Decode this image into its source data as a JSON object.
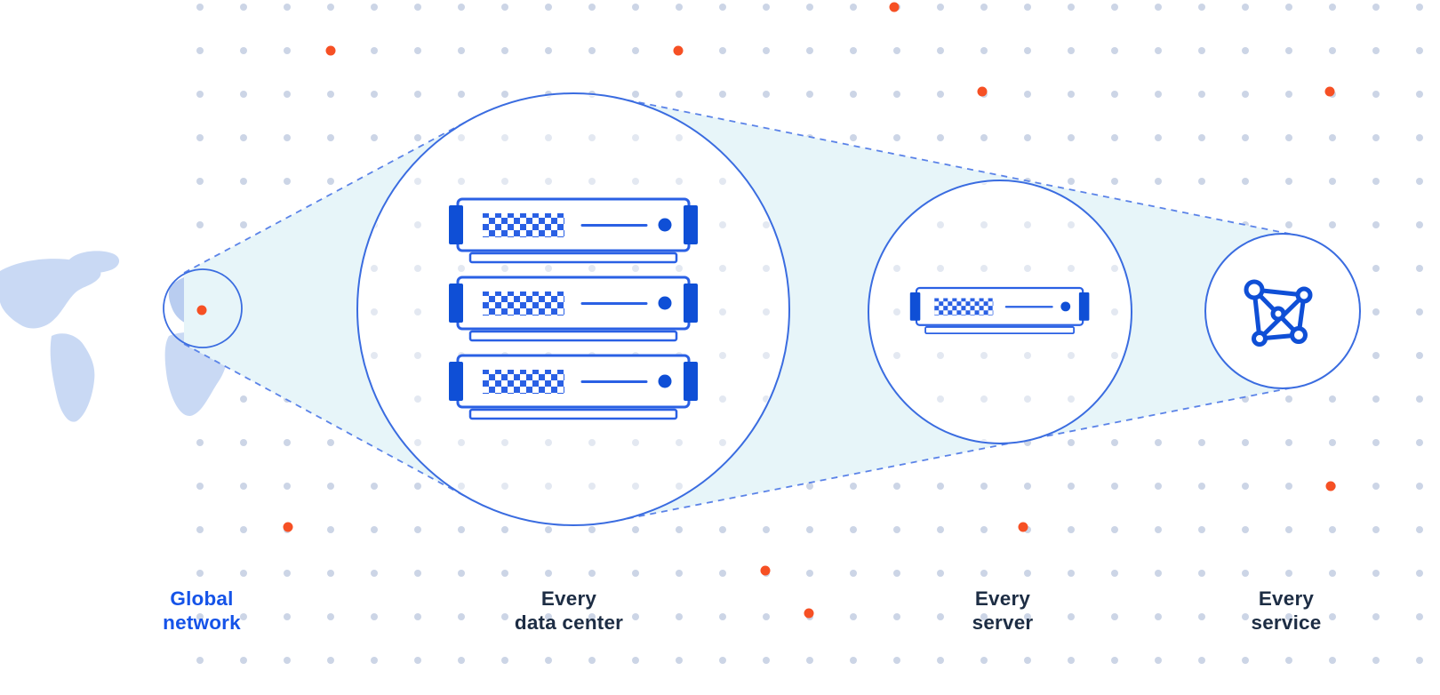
{
  "diagram": {
    "description": "Zoom-out diagram from global network map to data center, server and service",
    "stages": [
      {
        "id": "global-network",
        "line1": "Global",
        "line2": "network",
        "icon": "world-map-highlight-circle",
        "accent": true
      },
      {
        "id": "every-data-center",
        "line1": "Every",
        "line2": "data center",
        "icon": "server-rack-stack"
      },
      {
        "id": "every-server",
        "line1": "Every",
        "line2": "server",
        "icon": "single-server"
      },
      {
        "id": "every-service",
        "line1": "Every",
        "line2": "service",
        "icon": "network-graph"
      }
    ]
  },
  "colors": {
    "primary_blue": "#0f4fd6",
    "server_outline_blue": "#2a60e4",
    "circle_stroke_blue": "#3a6ce0",
    "dashed_line_blue": "#5b83e8",
    "cone_fill_cyan": "#e7f5f9",
    "map_fill": "#c9d9f4",
    "map_fill_dark": "#b9cdf0",
    "grid_dot_gray": "#ccd5e6",
    "accent_dot_orange": "#f65024",
    "label_dark": "#1d2d44",
    "label_blue": "#1553e8",
    "background": "#ffffff"
  }
}
